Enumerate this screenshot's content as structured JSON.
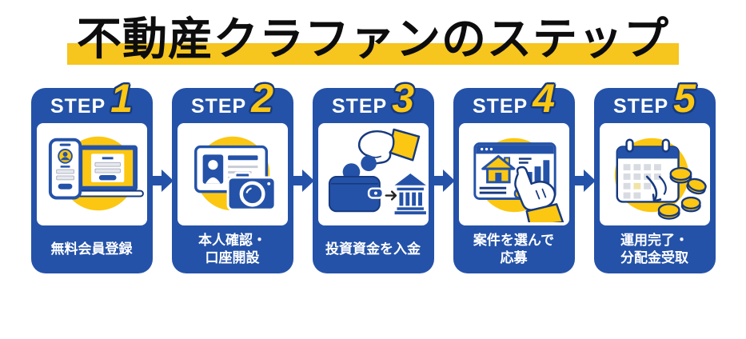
{
  "title": {
    "text": "不動産クラファンのステップ",
    "highlight_color": "#F6C51E",
    "text_color": "#0d0d0d"
  },
  "colors": {
    "primary_blue": "#2452A8",
    "accent_yellow": "#FCC712",
    "number_fill": "#FCC712",
    "number_outline": "#16397E",
    "card_text": "#FFFFFF",
    "background": "#FFFFFF"
  },
  "steps": [
    {
      "label": "STEP",
      "number": "1",
      "caption": [
        "無料会員登録"
      ],
      "icon": "phone-laptop-signup"
    },
    {
      "label": "STEP",
      "number": "2",
      "caption": [
        "本人確認・",
        "口座開設"
      ],
      "icon": "id-card-camera"
    },
    {
      "label": "STEP",
      "number": "3",
      "caption": [
        "投資資金を入金"
      ],
      "icon": "hand-coin-wallet-bank"
    },
    {
      "label": "STEP",
      "number": "4",
      "caption": [
        "案件を選んで",
        "応募"
      ],
      "icon": "browser-select-hand"
    },
    {
      "label": "STEP",
      "number": "5",
      "caption": [
        "運用完了・",
        "分配金受取"
      ],
      "icon": "calendar-coins"
    }
  ]
}
